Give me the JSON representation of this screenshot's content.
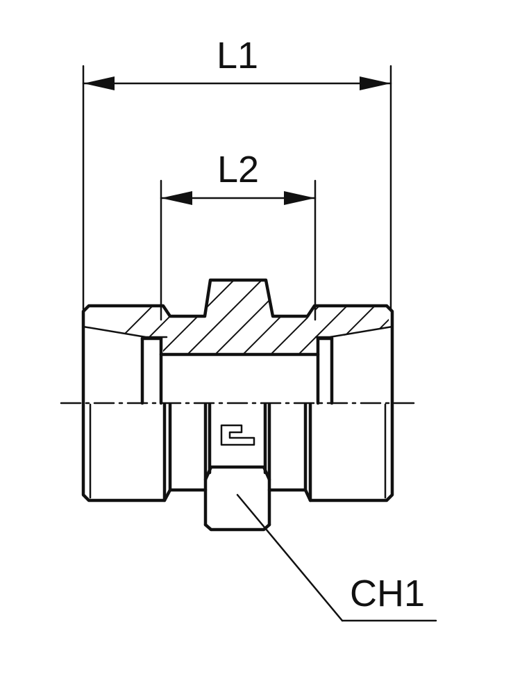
{
  "drawing": {
    "dimensions": {
      "overall_length": "L1",
      "hex_length": "L2",
      "hex_size": "CH1"
    },
    "line_color": "#111111",
    "background": "#ffffff",
    "logo_icon": "manufacturer-logo-icon"
  }
}
